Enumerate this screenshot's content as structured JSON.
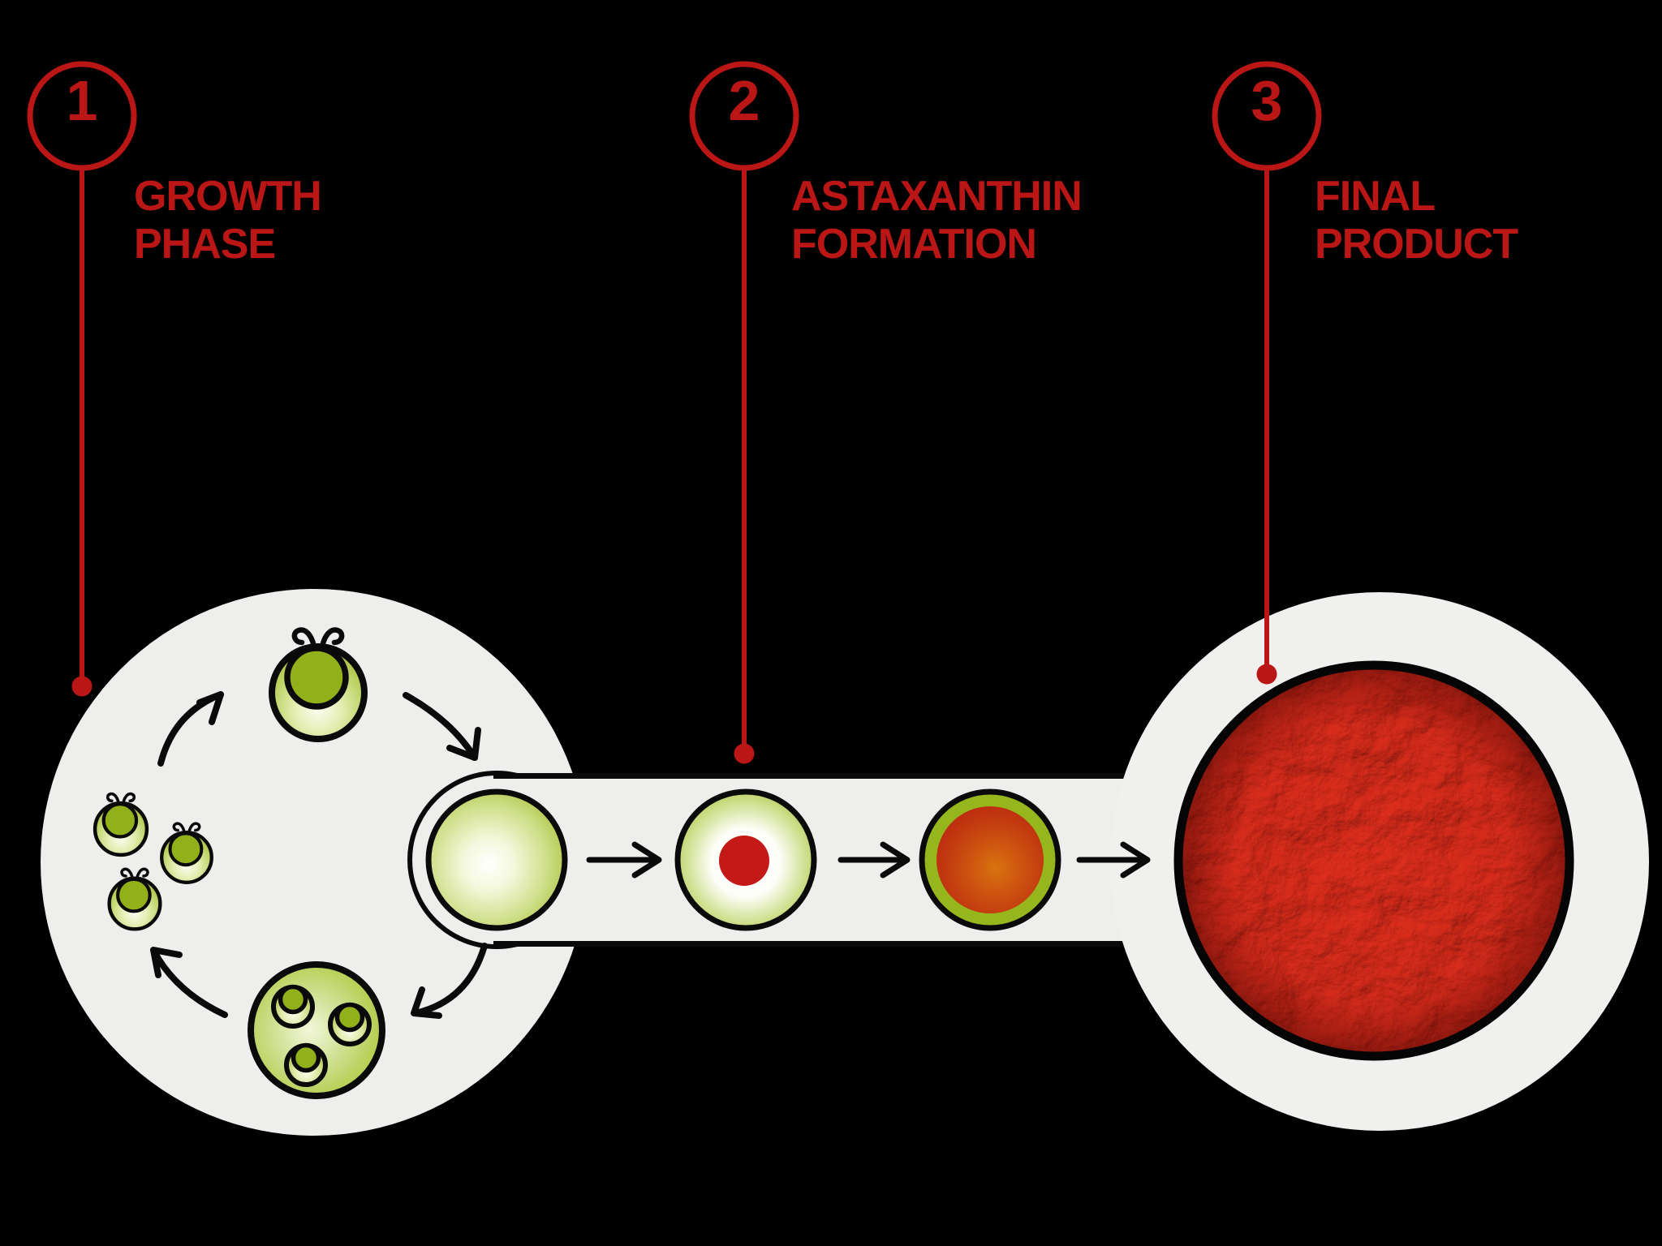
{
  "diagram": {
    "title": "Astaxanthin production process",
    "background_color": "#000000",
    "accent_red": "#bb1616",
    "panel_gray": "#eeeeec",
    "cell_green_edge": "#abc23e",
    "cell_dark_green": "#92b01a",
    "nucleus_red": "#c31a18",
    "astaxanthin_orange": "#d8730f",
    "powder_red": "#cf2418",
    "steps": [
      {
        "number": "1",
        "label_line1": "GROWTH",
        "label_line2": "PHASE"
      },
      {
        "number": "2",
        "label_line1": "ASTAXANTHIN",
        "label_line2": "FORMATION"
      },
      {
        "number": "3",
        "label_line1": "FINAL",
        "label_line2": "PRODUCT"
      }
    ],
    "icon_names": [
      "motile-cell-icon",
      "sporangium-cell-icon",
      "vegetative-cell-icon",
      "encysting-cell-icon",
      "astaxanthin-rich-cell-icon",
      "powder-photo",
      "cycle-arrow-icon",
      "flow-arrow-icon"
    ]
  }
}
